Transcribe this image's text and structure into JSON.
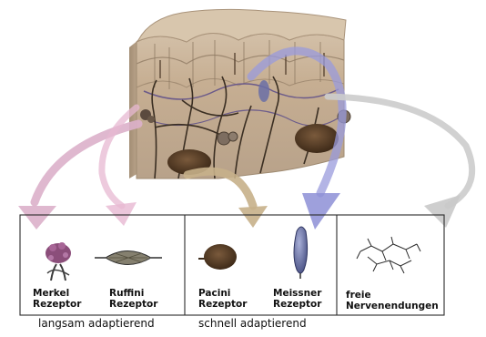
{
  "receptors": [
    {
      "name": "Merkel\nRezeptor"
    },
    {
      "name": "Ruffini\nRezeptor"
    },
    {
      "name": "Pacini\nRezeptor"
    },
    {
      "name": "Meissner\nRezeptor"
    },
    {
      "name": "freie\nNervenendungen"
    }
  ],
  "categories": {
    "slow": "langsam adaptierend",
    "fast": "schnell adaptierend"
  },
  "colors": {
    "arrow_merkel": "#d9a9c6",
    "arrow_ruffini": "#e7b3ce",
    "arrow_pacini": "#c7b08a",
    "arrow_meissner": "#8f8fd6",
    "arrow_free": "#c6c6c6",
    "skin_top": "#cbb69d",
    "skin_mid": "#c2aa8d",
    "skin_bottom": "#b5a088"
  },
  "icons": [
    "merkel-receptor-icon",
    "ruffini-receptor-icon",
    "pacini-receptor-icon",
    "meissner-receptor-icon",
    "free-nerve-endings-icon"
  ]
}
